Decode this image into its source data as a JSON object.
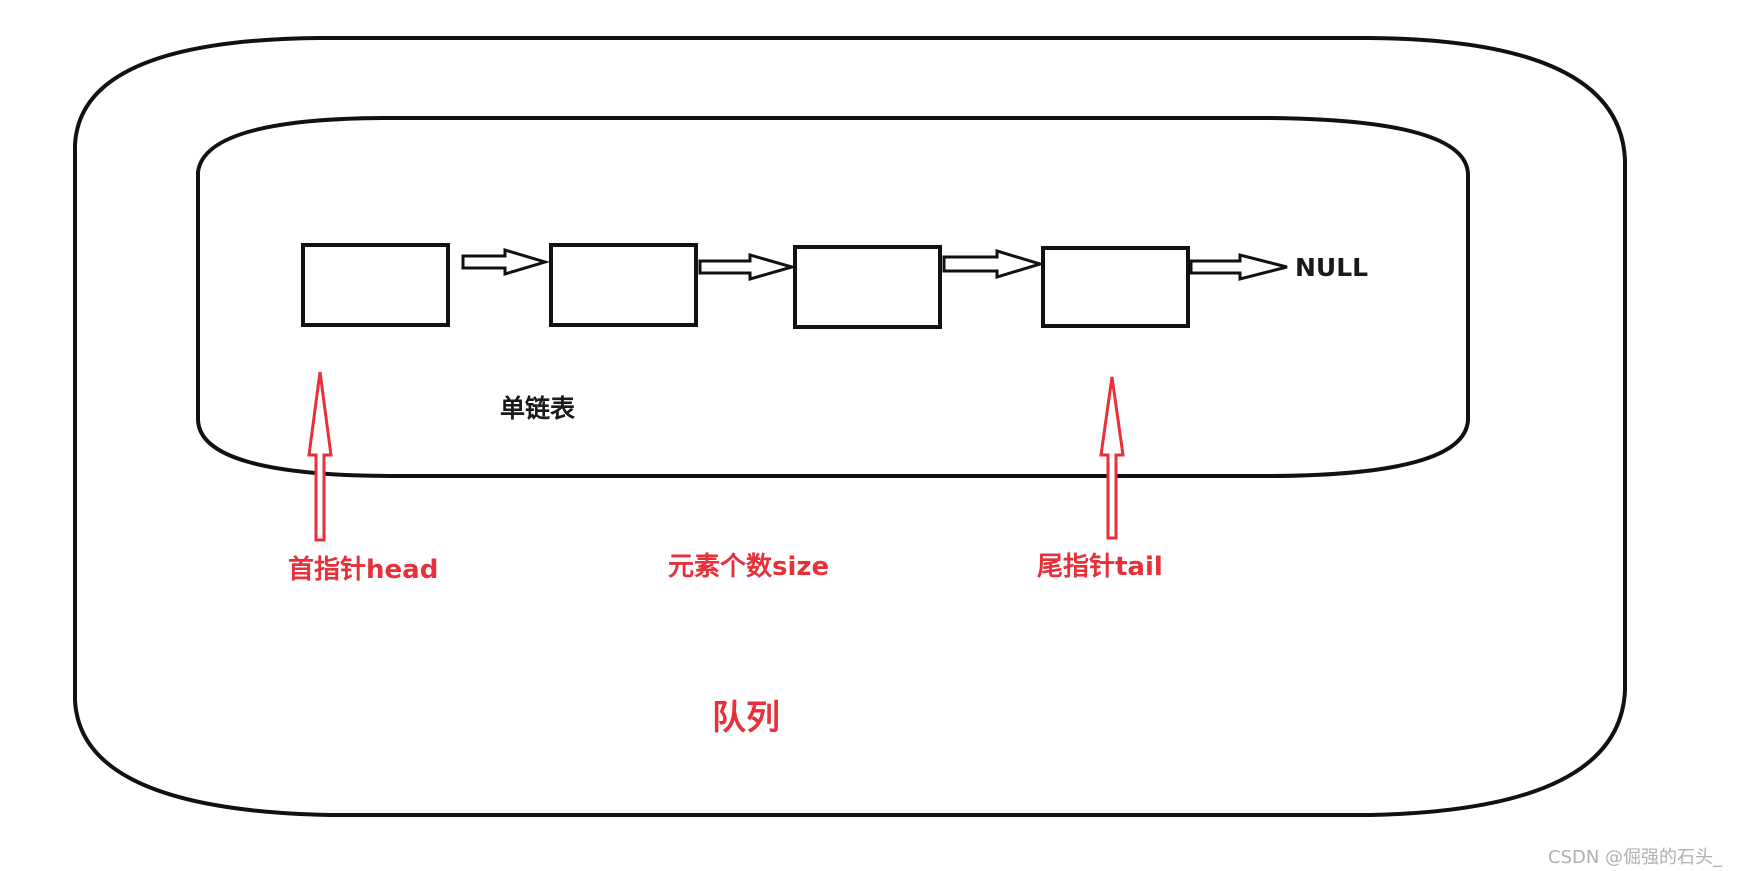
{
  "labels": {
    "null": "NULL",
    "linked_list": "单链表",
    "head_pointer": "首指针head",
    "size": "元素个数size",
    "tail_pointer": "尾指针tail",
    "queue": "队列"
  },
  "watermark": "CSDN @倔强的石头_",
  "colors": {
    "outline": "#111111",
    "pointer_arrow": "#e8303a",
    "label_red": "#e8303a",
    "label_black": "#1a1a1a"
  },
  "nodes": [
    {
      "id": "node-1"
    },
    {
      "id": "node-2"
    },
    {
      "id": "node-3"
    },
    {
      "id": "node-4"
    }
  ]
}
